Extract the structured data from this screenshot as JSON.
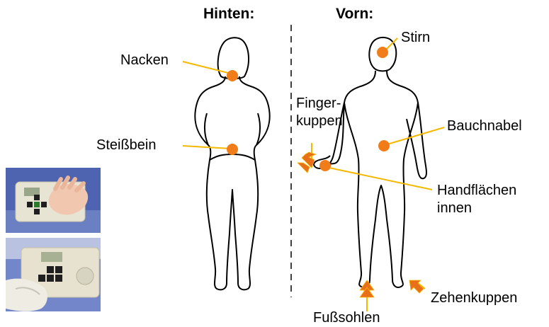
{
  "headings": {
    "back": "Hinten:",
    "front": "Vorn:"
  },
  "labels": {
    "neck": "Nacken",
    "tailbone": "Steißbein",
    "forehead": "Stirn",
    "fingertips_1": "Finger-",
    "fingertips_2": "kuppen",
    "navel": "Bauchnabel",
    "palms_1": "Handflächen",
    "palms_2": "innen",
    "toes": "Zehenkuppen",
    "soles": "Fußsohlen"
  },
  "colors": {
    "marker": "#f07d1a",
    "leader_line": "#f5b800",
    "arrow": "#e8701a",
    "body_outline": "#000000",
    "divider": "#000000"
  },
  "photos": [
    {
      "name": "device-hand-photo",
      "description_icon": "hand-on-device"
    },
    {
      "name": "device-foot-photo",
      "description_icon": "foot-on-device"
    }
  ]
}
